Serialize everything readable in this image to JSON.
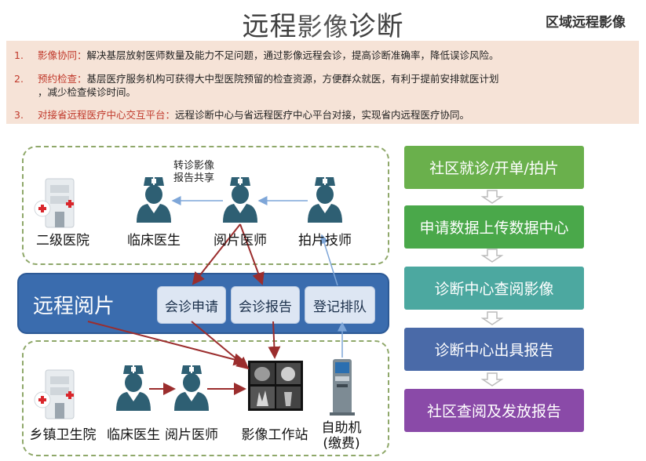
{
  "header": {
    "title_part1": "远程",
    "title_part2": "影像",
    "title_part3": "诊断",
    "corner_label": "区域远程影像"
  },
  "notes": [
    {
      "num": "1.",
      "key": "影像协同：",
      "text": "解决基层放射医师数量及能力不足问题，通过影像远程会诊，提高诊断准确率，降低误诊风险。",
      "cont": ""
    },
    {
      "num": "2.",
      "key": "预约检查：",
      "text": "基层医疗服务机构可获得大中型医院预留的检查资源，方便群众就医，有利于提前安排就医计划",
      "cont": "，减少检查候诊时间。"
    },
    {
      "num": "3.",
      "key": "对接省远程医疗中心交互平台：",
      "text": "远程诊断中心与省远程医疗中心平台对接，实现省内远程医疗协同。",
      "cont": ""
    }
  ],
  "top_zone": {
    "hospital": "二级医院",
    "clinician": "临床医生",
    "reader": "阅片医师",
    "technician": "拍片技师",
    "share_line1": "转诊影像",
    "share_line2": "报告共享"
  },
  "band": {
    "label": "远程阅片",
    "buttons": [
      "会诊申请",
      "会诊报告",
      "登记排队"
    ]
  },
  "bottom_zone": {
    "hospital": "乡镇卫生院",
    "clinician": "临床医生",
    "reader": "阅片医师",
    "workstation": "影像工作站",
    "kiosk_line1": "自助机",
    "kiosk_line2": "(缴费)"
  },
  "flow": {
    "steps": [
      "社区就诊/开单/拍片",
      "申请数据上传数据中心",
      "诊断中心查阅影像",
      "诊断中心出具报告",
      "社区查阅及发放报告"
    ],
    "colors": [
      "#6ab04c",
      "#4aa84a",
      "#4ca8a0",
      "#4a6aa8",
      "#8a4aa8"
    ]
  },
  "colors": {
    "accent_red": "#c0392b",
    "band_blue": "#3a6cae",
    "doctor_teal": "#2e5f73",
    "arrow_red": "#9b2d2d",
    "arrow_blue": "#7ea6d8",
    "zone_green": "#8fa86a"
  }
}
